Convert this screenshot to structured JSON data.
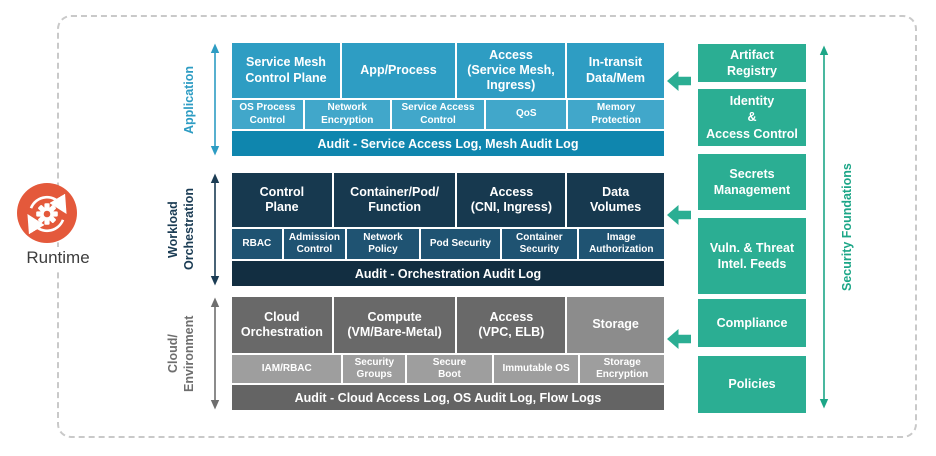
{
  "runtime": {
    "label": "Runtime"
  },
  "layers": [
    {
      "label": "Application",
      "main": [
        "Service Mesh\nControl Plane",
        "App/Process",
        "Access\n(Service Mesh,\nIngress)",
        "In-transit\nData/Mem"
      ],
      "sub": [
        "OS Process\nControl",
        "Network\nEncryption",
        "Service Access\nControl",
        "QoS",
        "Memory\nProtection"
      ],
      "audit": "Audit - Service Access Log, Mesh Audit Log",
      "accent": "#2E9DC3"
    },
    {
      "label": "Workload\nOrchestration",
      "main": [
        "Control\nPlane",
        "Container/Pod/\nFunction",
        "Access\n(CNI, Ingress)",
        "Data\nVolumes"
      ],
      "sub": [
        "RBAC",
        "Admission\nControl",
        "Network\nPolicy",
        "Pod Security",
        "Container\nSecurity",
        "Image\nAuthorization"
      ],
      "audit": "Audit - Orchestration Audit Log",
      "accent": "#17394F"
    },
    {
      "label": "Cloud/\nEnvironment",
      "main": [
        "Cloud\nOrchestration",
        "Compute\n(VM/Bare-Metal)",
        "Access\n(VPC, ELB)",
        "Storage"
      ],
      "sub": [
        "IAM/RBAC",
        "Security\nGroups",
        "Secure\nBoot",
        "Immutable OS",
        "Storage\nEncryption"
      ],
      "audit": "Audit - Cloud Access Log, OS Audit Log, Flow Logs",
      "accent": "#696969"
    }
  ],
  "foundations": {
    "axis_label": "Security Foundations",
    "items": [
      "Artifact\nRegistry",
      "Identity\n&\nAccess Control",
      "Secrets\nManagement",
      "Vuln. & Threat\nIntel. Feeds",
      "Compliance",
      "Policies"
    ],
    "accent": "#2BAE93"
  },
  "colors": {
    "runtime_orange": "#E4593B",
    "app_main": "#2E9DC3",
    "app_sub": "#41A7CA",
    "app_audit": "#0F86AE",
    "workload_main": "#17394F",
    "workload_sub": "#1F5372",
    "workload_audit": "#122E41",
    "cloud_main": "#696969",
    "cloud_storage": "#8C8C8C",
    "cloud_sub": "#9E9E9E",
    "cloud_audit": "#646464",
    "foundation_green": "#2BAE93",
    "foundation_axis_green": "#1CA687",
    "frame_dash": "#C9C9C9"
  }
}
